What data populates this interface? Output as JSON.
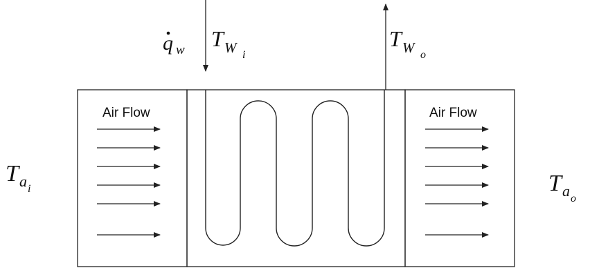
{
  "labels": {
    "air_flow_left": "Air Flow",
    "air_flow_right": "Air Flow",
    "heat_rate_symbol": "q",
    "heat_rate_sub": "w",
    "water_in_main": "T",
    "water_in_sub": "W",
    "water_in_subsub": "i",
    "water_out_main": "T",
    "water_out_sub": "W",
    "water_out_subsub": "o",
    "air_in_main": "T",
    "air_in_sub": "a",
    "air_in_subsub": "i",
    "air_out_main": "T",
    "air_out_sub": "a",
    "air_out_subsub": "o"
  }
}
